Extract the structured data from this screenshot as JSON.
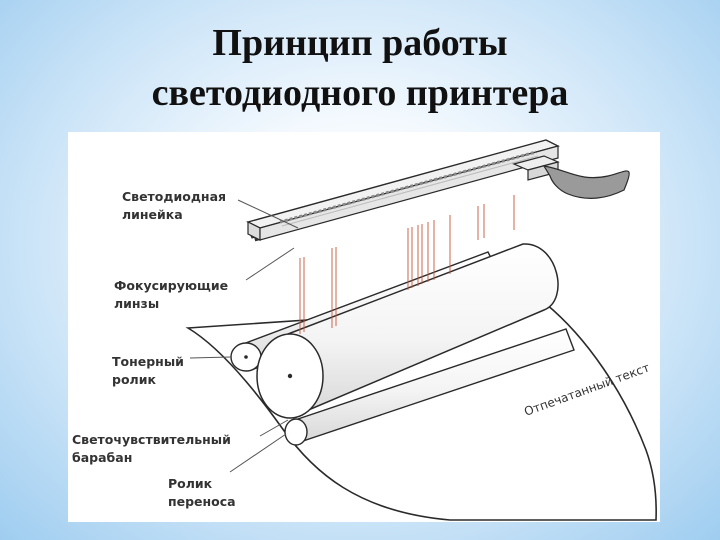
{
  "slide": {
    "title_line1": "Принцип работы",
    "title_line2": "светодиодного принтера"
  },
  "diagram": {
    "labels": {
      "led_bar": [
        "Светодиодная",
        "линейка"
      ],
      "focusing_lenses": [
        "Фокусирующие",
        "линзы"
      ],
      "toner_roller": [
        "Тонерный",
        "ролик"
      ],
      "photo_drum": [
        "Светочувствительный",
        "барабан"
      ],
      "transfer_roller": [
        "Ролик",
        "переноса"
      ]
    },
    "paper_text": "Отпечатанный текст",
    "colors": {
      "outline": "#2a2a2a",
      "light_beams": "#c8553a",
      "leader_lines": "#555555"
    }
  }
}
